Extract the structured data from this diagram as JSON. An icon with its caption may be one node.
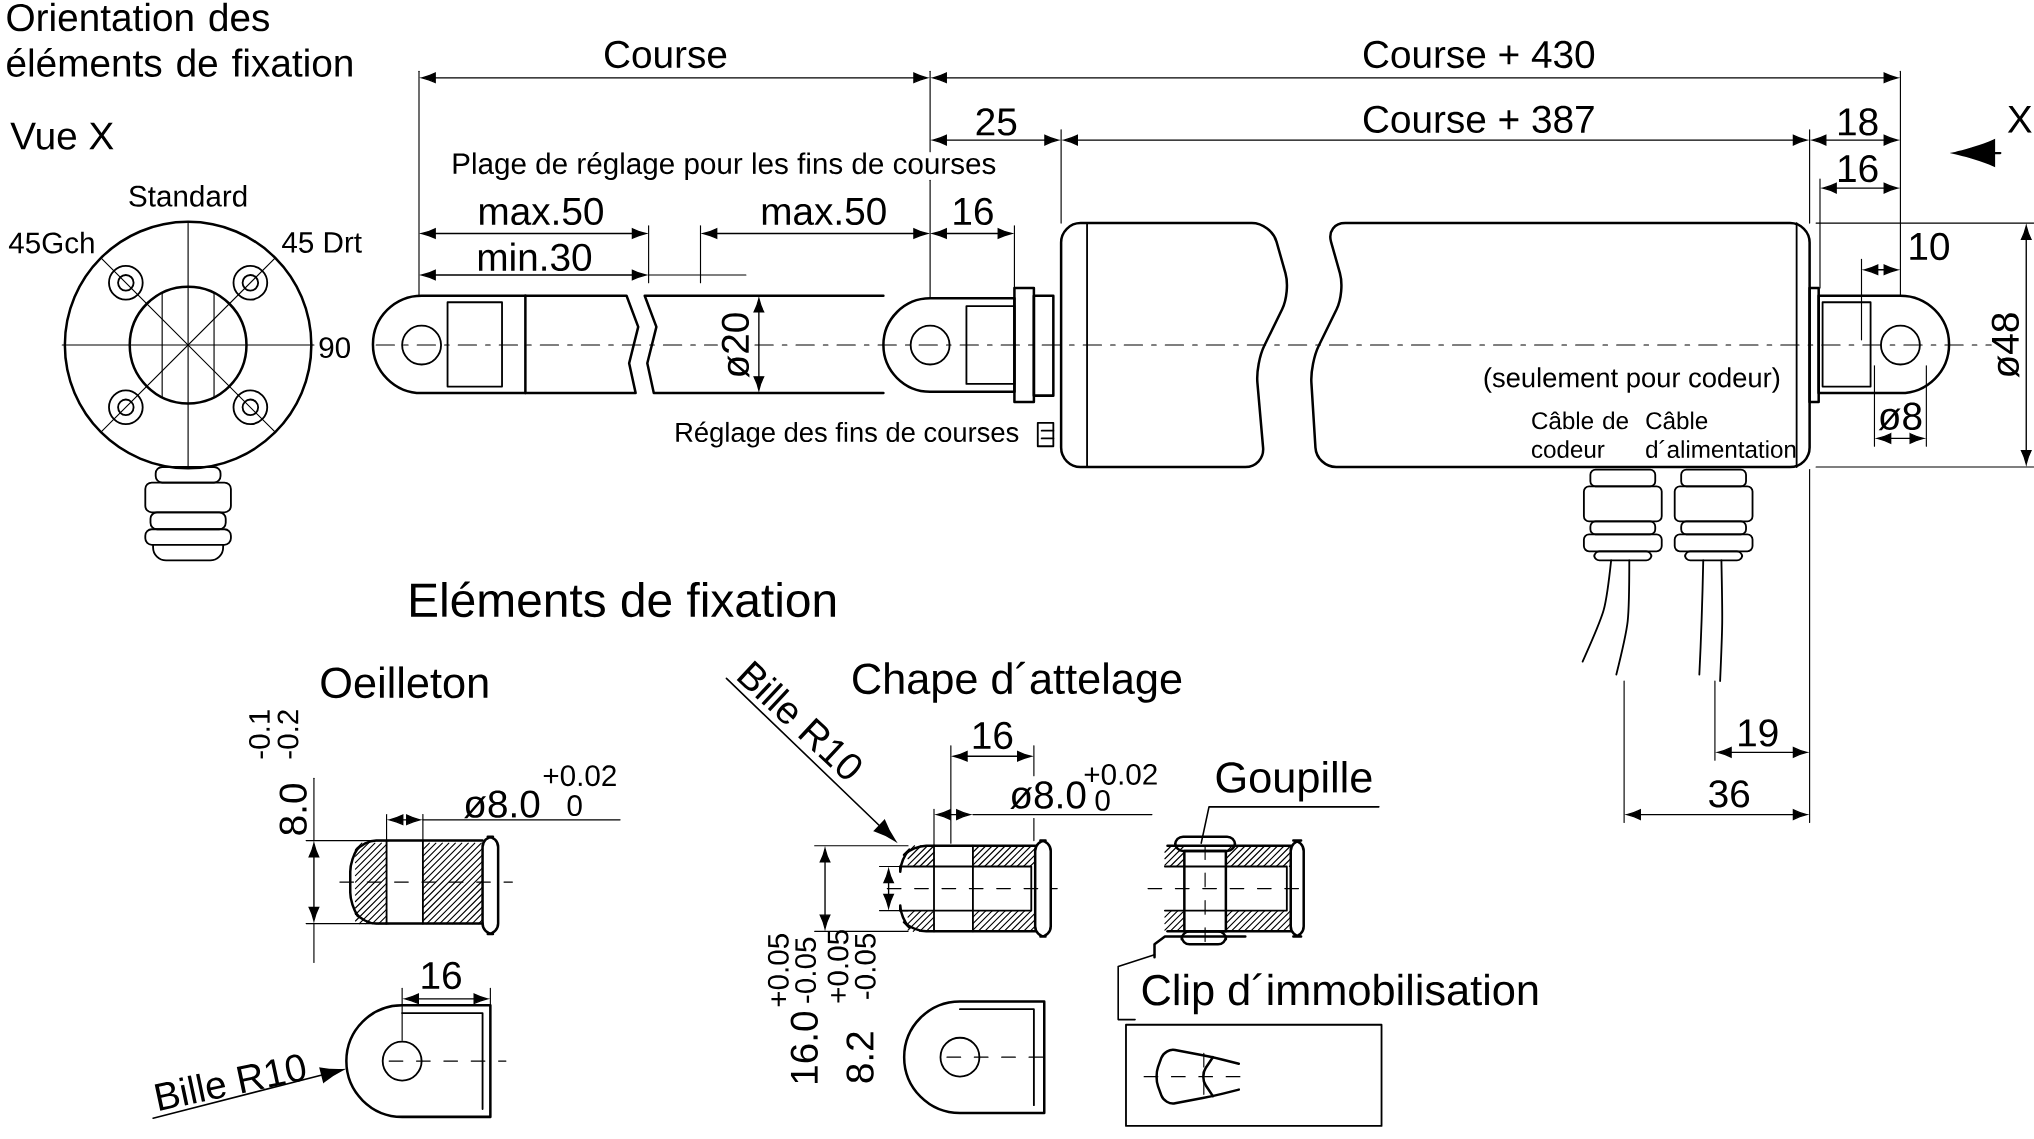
{
  "diagram": {
    "nodes": [
      {
        "text": [
          "Bille R10"
        ]
      },
      {
        "text": [
          "Goupille"
        ]
      },
      {
        "text": [],
        "shape": "picture"
      },
      {
        "text": [],
        "shape": "picture"
      },
      {
        "text": [
          "Clip d´immobilisation"
        ]
      },
      {
        "text": [
          "Bille R10"
        ]
      },
      {
        "text": [],
        "shape": "picture"
      }
    ],
    "edges": [
      {
        "from": 0,
        "to": 2,
        "arrow": "to"
      },
      {
        "from": 1,
        "to": 3,
        "arrow": "none"
      },
      {
        "from": 4,
        "to": 3,
        "arrow": "none"
      },
      {
        "from": 5,
        "to": 6,
        "arrow": "to"
      }
    ],
    "labels": [
      "Orientation des éléments de fixation",
      "Course",
      "Course + 430",
      "Vue X",
      "25",
      "Course + 387",
      "18",
      "X",
      "Plage de réglage pour les fins de courses",
      "16",
      "Standard",
      "max.50",
      "max.50",
      "16",
      "45Gch",
      "45 Drt",
      "min.30",
      "10",
      "ø20",
      "ø48",
      "90",
      "(seulement pour codeur)",
      "Câble de codeur",
      "Câble d´alimentation",
      "ø8",
      "Réglage des fins de courses",
      "Eléments de fixation",
      "Oeilleton",
      "Chape d´attelage",
      "16",
      "-0.1",
      "-0.2",
      "19",
      "+0.02",
      "+0.02",
      "ø8.0",
      "0",
      "ø8.0",
      "0",
      "8.0",
      "36",
      "+0.05",
      "-0.05",
      "+0.05",
      "-0.05",
      "16",
      "16.0",
      "8.2"
    ]
  }
}
